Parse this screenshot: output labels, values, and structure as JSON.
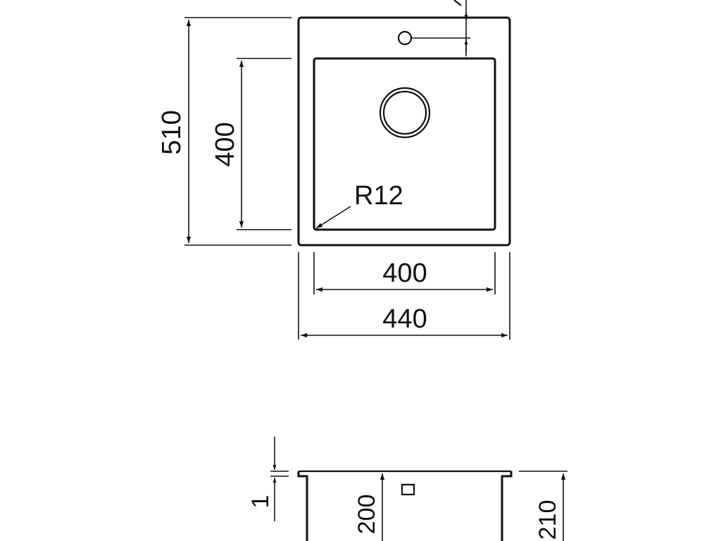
{
  "plan_view": {
    "overall_height": "510",
    "bowl_height": "400",
    "bowl_width": "400",
    "overall_width": "440",
    "corner_radius": "R12"
  },
  "section_view": {
    "rim_thickness": "1",
    "bowl_depth": "200",
    "overall_depth": "210"
  },
  "colors": {
    "line": "#111111",
    "background": "#ffffff"
  }
}
